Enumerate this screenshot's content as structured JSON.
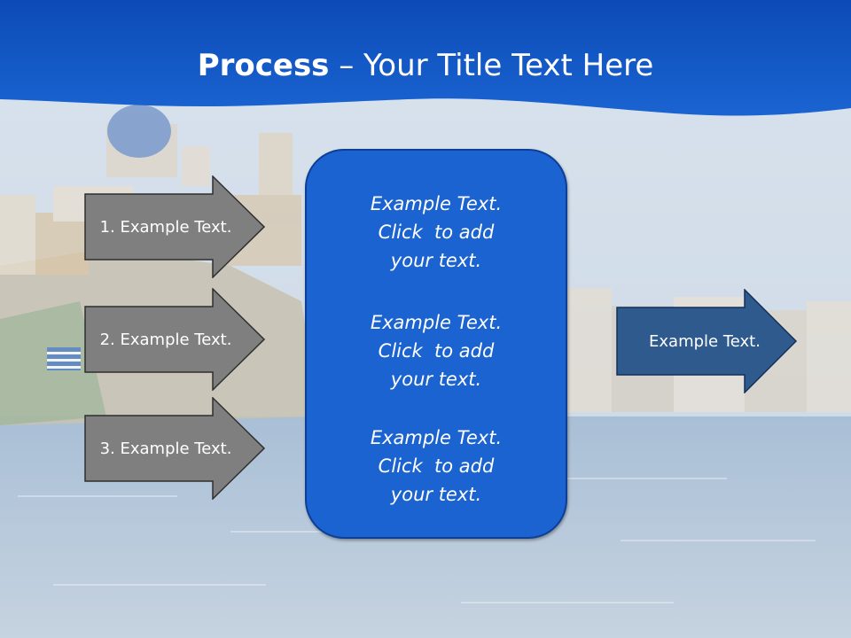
{
  "slide": {
    "title_bold": "Process",
    "title_rest": " – Your Title Text Here"
  },
  "steps": [
    {
      "label": "1. Example Text."
    },
    {
      "label": "2. Example Text."
    },
    {
      "label": "3. Example Text."
    }
  ],
  "center_box": {
    "blocks": [
      {
        "line1": "Example Text.",
        "line2": "Click  to add",
        "line3": "your text."
      },
      {
        "line1": "Example Text.",
        "line2": "Click  to add",
        "line3": "your text."
      },
      {
        "line1": "Example Text.",
        "line2": "Click  to add",
        "line3": "your text."
      }
    ]
  },
  "output": {
    "label": "Example Text."
  },
  "colors": {
    "header_blue": "#1357c8",
    "center_fill": "#1b63d0",
    "step_arrow_fill": "#7f7f7f",
    "output_arrow_fill": "#2e5a8e"
  }
}
